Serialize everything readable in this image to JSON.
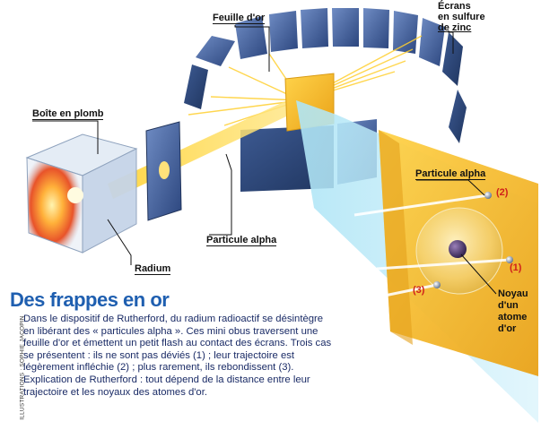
{
  "labels": {
    "feuille_or": "Feuille d'or",
    "ecrans": [
      "Écrans",
      "en sulfure",
      "de zinc"
    ],
    "boite_plomb": "Boîte en plomb",
    "particule_alpha_lower": "Particule alpha",
    "radium": "Radium",
    "particule_alpha_right": "Particule alpha",
    "noyau": [
      "Noyau",
      "d'un",
      "atome",
      "d'or"
    ],
    "case_2": "(2)",
    "case_1": "(1)",
    "case_3": "(3)"
  },
  "article": {
    "title": "Des frappes en or",
    "body": "Dans le dispositif de Rutherford, du radium radioactif se désintègre en libérant des « particules alpha ». Ces mini obus traversent une feuille d'or et émettent un petit flash au contact des écrans. Trois cas se présentent : ils ne sont pas déviés (1) ; leur trajectoire est légèrement infléchie (2) ; plus rarement, ils rebondissent (3). Explication de Rutherford : tout dépend de la distance entre leur trajectoire et les noyaux des atomes d'or.",
    "credit": "ILLUSTRATIONS : SOPHIE JACOPIN"
  },
  "colors": {
    "screen_blue": "#3f5f9c",
    "gold": "#f2b21d",
    "beam_yellow": "#ffd75a",
    "title_blue": "#1f5fb0",
    "case_red": "#d0201b"
  }
}
